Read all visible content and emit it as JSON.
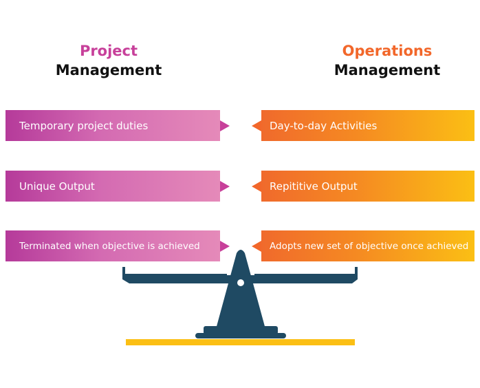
{
  "headings": {
    "left": {
      "accent": "Project",
      "main": "Management",
      "accent_color": "#c7409a"
    },
    "right": {
      "accent": "Operations",
      "main": "Management",
      "accent_color": "#f2672a"
    }
  },
  "left_items": [
    "Temporary project duties",
    "Unique Output",
    "Terminated when objective is achieved"
  ],
  "right_items": [
    "Day-to-day Activities",
    "Repititive Output",
    "Adopts new set of objective once achieved"
  ],
  "colors": {
    "pink_gradient": [
      "#b53a9a",
      "#e58ab9"
    ],
    "orange_gradient": [
      "#f06a2c",
      "#fbbf14"
    ],
    "scale": "#1f4a63",
    "base": "#fbbf14"
  }
}
